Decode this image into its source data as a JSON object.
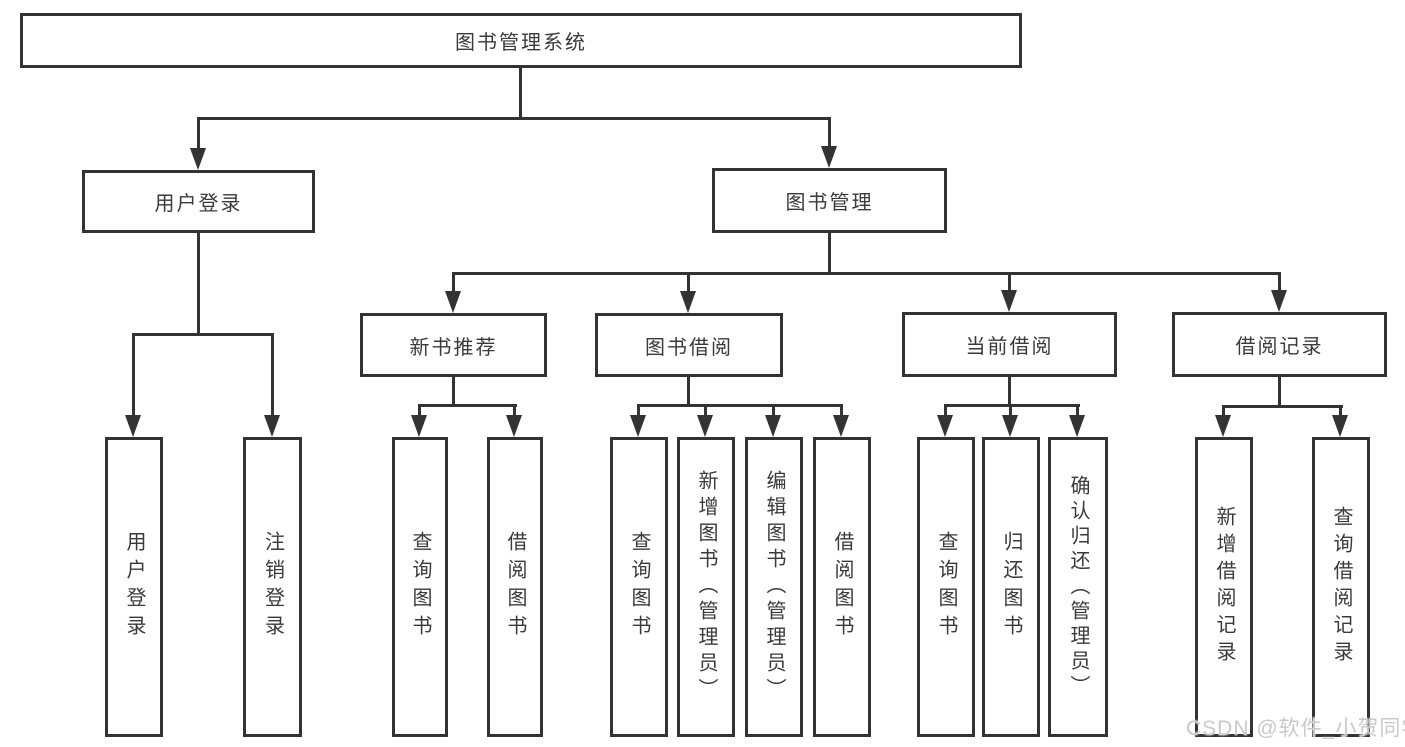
{
  "diagram": {
    "title": "图书管理系统",
    "root": {
      "label": "图书管理系统"
    },
    "branches": [
      {
        "id": "user-login",
        "label": "用户登录",
        "children": [
          {
            "label": "用户登录"
          },
          {
            "label": "注销登录"
          }
        ]
      },
      {
        "id": "book-management",
        "label": "图书管理",
        "children": [
          {
            "id": "new-book-recommend",
            "label": "新书推荐",
            "children": [
              {
                "label": "查询图书"
              },
              {
                "label": "借阅图书"
              }
            ]
          },
          {
            "id": "book-borrow",
            "label": "图书借阅",
            "children": [
              {
                "label": "查询图书"
              },
              {
                "label": "新增图书（管理员）"
              },
              {
                "label": "编辑图书（管理员）"
              },
              {
                "label": "借阅图书"
              }
            ]
          },
          {
            "id": "current-borrow",
            "label": "当前借阅",
            "children": [
              {
                "label": "查询图书"
              },
              {
                "label": "归还图书"
              },
              {
                "label": "确认归还（管理员）"
              }
            ]
          },
          {
            "id": "borrow-record",
            "label": "借阅记录",
            "children": [
              {
                "label": "新增借阅记录"
              },
              {
                "label": "查询借阅记录"
              }
            ]
          }
        ]
      }
    ]
  },
  "watermark": {
    "text": "CSDN @软件_小贺同学"
  },
  "colors": {
    "line": "#333333",
    "box_border": "#333333",
    "text": "#3a3a3a",
    "watermark": "#c9c9c9",
    "background": "#ffffff"
  }
}
